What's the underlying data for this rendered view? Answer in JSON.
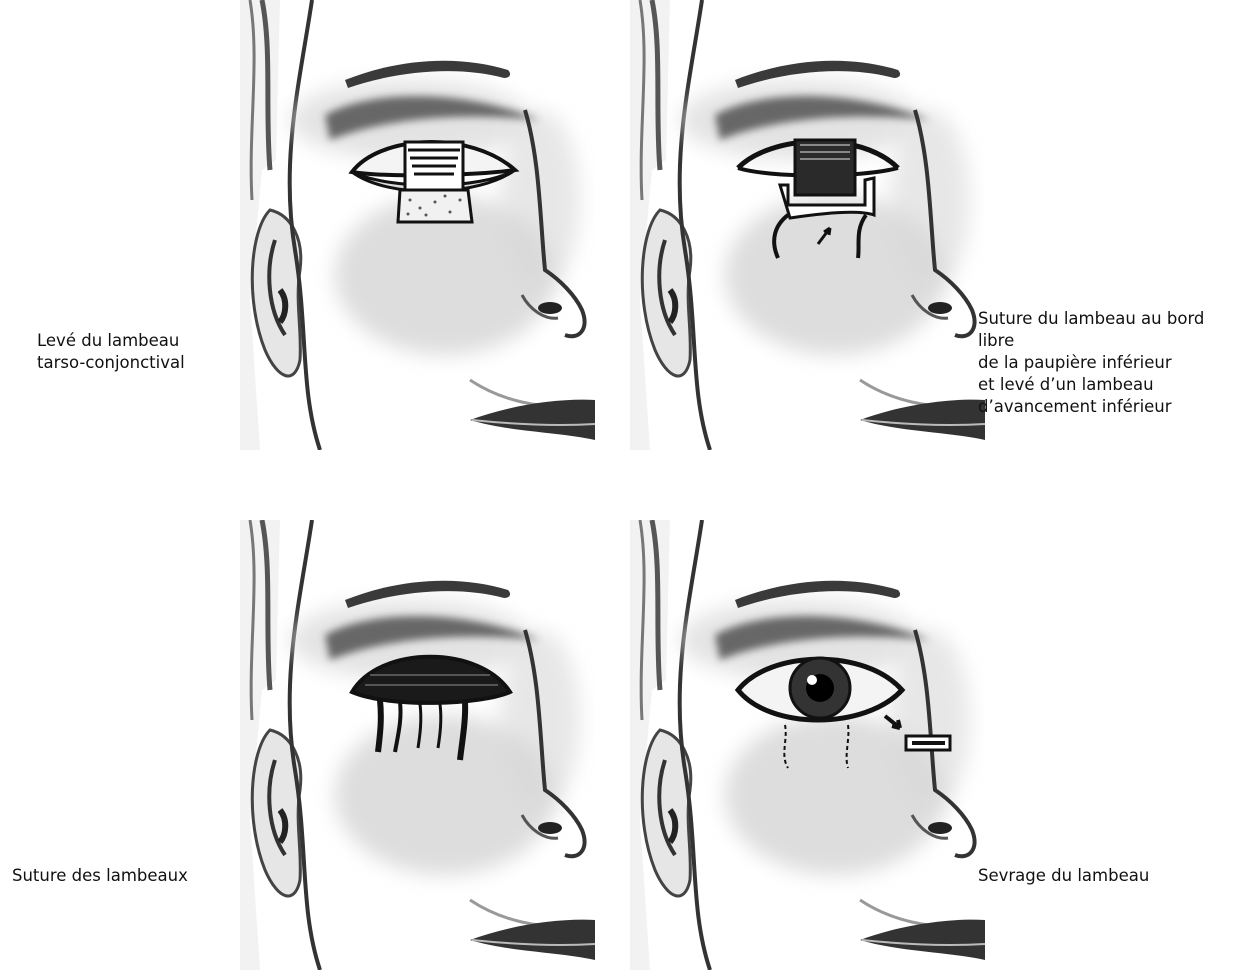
{
  "figure": {
    "panels": [
      {
        "id": "step-1",
        "caption_lines": [
          "Levé du lambeau",
          "tarso-conjonctival"
        ]
      },
      {
        "id": "step-2",
        "caption_lines": [
          "Suture du lambeau au bord",
          "libre",
          "de la paupière inférieur",
          "et levé d’un lambeau",
          "d’avancement inférieur"
        ]
      },
      {
        "id": "step-3",
        "caption_lines": [
          "Suture des lambeaux"
        ]
      },
      {
        "id": "step-4",
        "caption_lines": [
          "Sevrage du lambeau"
        ]
      }
    ]
  }
}
